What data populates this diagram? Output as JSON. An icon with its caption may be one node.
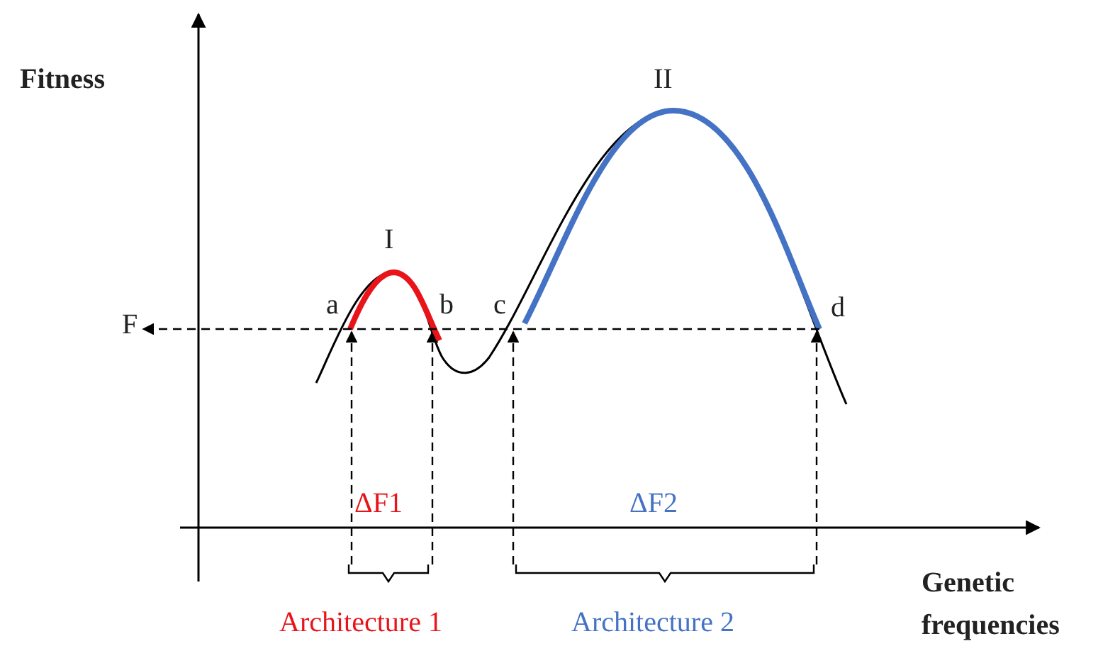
{
  "diagram": {
    "nodes": [
      {
        "text": [
          "F"
        ]
      },
      {
        "text": [],
        "shape": "curve"
      }
    ],
    "edges": [
      {
        "from": 1,
        "to": 0,
        "arrow": "to",
        "style": "dashed"
      }
    ],
    "labels": [
      "Fitness",
      "II",
      "I",
      "a",
      "b",
      "c",
      "d",
      "ΔF1",
      "ΔF2",
      "Genetic frequencies",
      "Architecture 1",
      "Architecture 2"
    ]
  }
}
